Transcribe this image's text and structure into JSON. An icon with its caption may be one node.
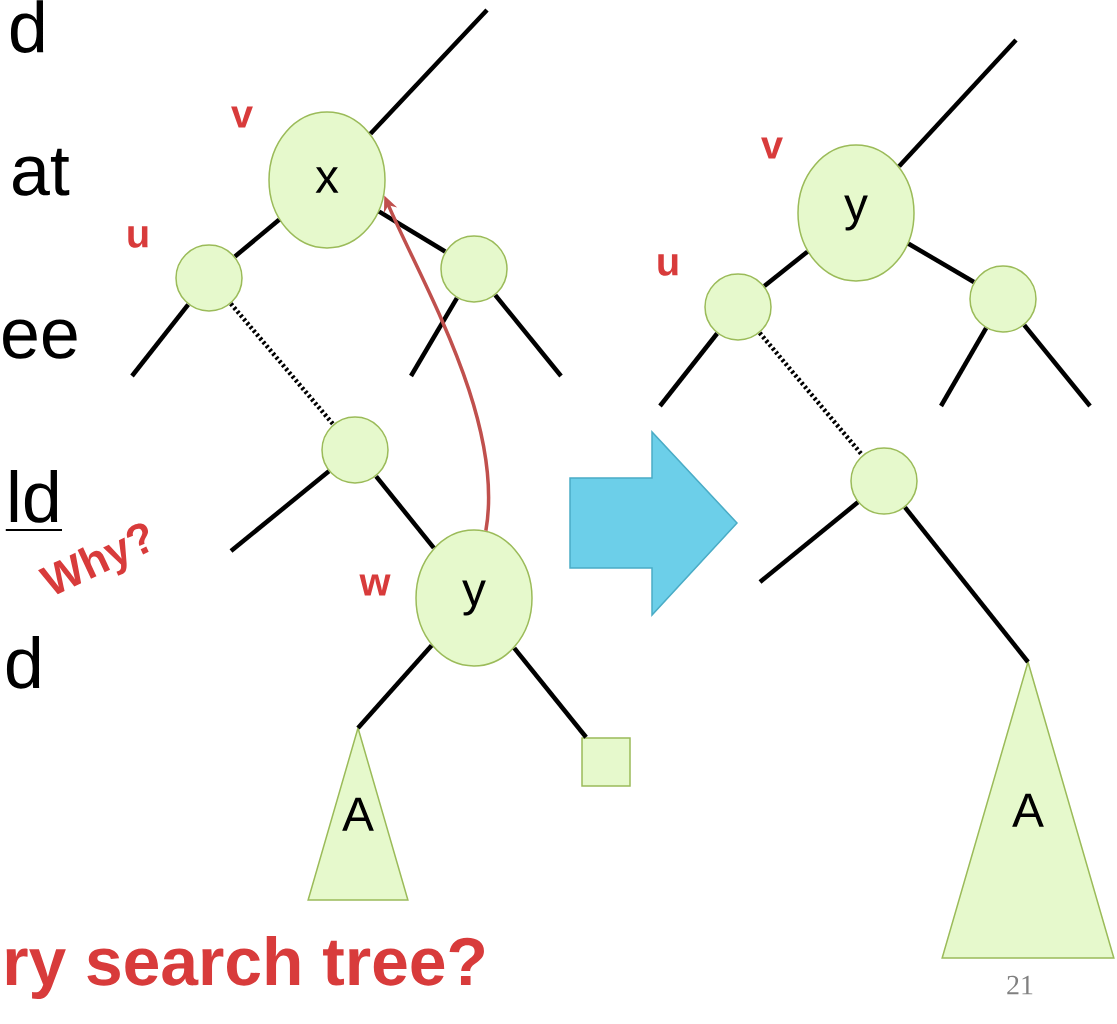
{
  "diagram": {
    "nodes": [
      {
        "text": [
          "x"
        ],
        "beside": [
          "v"
        ]
      },
      {
        "text": [],
        "shape": "circle",
        "beside": [
          "u"
        ]
      },
      {
        "text": [],
        "shape": "circle"
      },
      {
        "text": [],
        "shape": "circle"
      },
      {
        "text": [
          "y"
        ],
        "beside": [
          "w"
        ]
      },
      {
        "text": [
          "A"
        ]
      },
      {
        "text": [],
        "shape": "box"
      },
      {
        "text": [
          "y"
        ],
        "beside": [
          "v"
        ]
      },
      {
        "text": [],
        "shape": "circle",
        "beside": [
          "u"
        ]
      },
      {
        "text": [],
        "shape": "circle"
      },
      {
        "text": [],
        "shape": "circle"
      },
      {
        "text": [
          "A"
        ]
      }
    ],
    "edges": [
      {
        "from": null,
        "to": 0,
        "arrow": "none"
      },
      {
        "from": 0,
        "to": 1,
        "arrow": "none"
      },
      {
        "from": 0,
        "to": 2,
        "arrow": "none"
      },
      {
        "from": 1,
        "to": null,
        "arrow": "none"
      },
      {
        "from": 1,
        "to": 3,
        "arrow": "none",
        "style": "dashed"
      },
      {
        "from": 2,
        "to": null,
        "arrow": "none"
      },
      {
        "from": 2,
        "to": null,
        "arrow": "none"
      },
      {
        "from": 3,
        "to": null,
        "arrow": "none"
      },
      {
        "from": 3,
        "to": 4,
        "arrow": "none"
      },
      {
        "from": 4,
        "to": 5,
        "arrow": "none"
      },
      {
        "from": 4,
        "to": 6,
        "arrow": "none"
      },
      {
        "from": 4,
        "to": 0,
        "arrow": "to",
        "color": "#c0504d"
      },
      {
        "from": null,
        "to": 7,
        "arrow": "none"
      },
      {
        "from": 7,
        "to": 8,
        "arrow": "none"
      },
      {
        "from": 7,
        "to": 9,
        "arrow": "none"
      },
      {
        "from": 8,
        "to": null,
        "arrow": "none"
      },
      {
        "from": 8,
        "to": 10,
        "arrow": "none",
        "style": "dashed"
      },
      {
        "from": 9,
        "to": null,
        "arrow": "none"
      },
      {
        "from": 9,
        "to": null,
        "arrow": "none"
      },
      {
        "from": 10,
        "to": null,
        "arrow": "none"
      },
      {
        "from": 10,
        "to": 11,
        "arrow": "none"
      }
    ],
    "labels": [
      "d",
      "at",
      "ee",
      "ld",
      "Why?",
      "d",
      "ry search tree?",
      "21"
    ]
  }
}
